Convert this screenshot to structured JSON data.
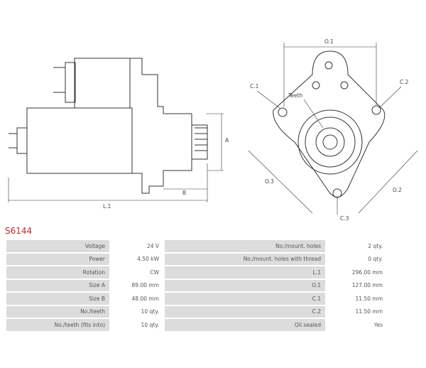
{
  "title": "S6144",
  "drawing_labels": {
    "o1": "O.1",
    "c1": "C.1",
    "c2": "C.2",
    "teeth": "Teeth",
    "o3": "O.3",
    "o2": "O.2",
    "c3": "C.3",
    "a": "A",
    "b": "B",
    "l1": "L.1"
  },
  "specs": [
    {
      "label": "Voltage",
      "value": "24 V",
      "label2": "No./mount. holes",
      "value2": "2 qty."
    },
    {
      "label": "Power",
      "value": "4.50 kW",
      "label2": "No./mount. holes with thread",
      "value2": "0 qty."
    },
    {
      "label": "Rotation",
      "value": "CW",
      "label2": "L.1",
      "value2": "296.00 mm"
    },
    {
      "label": "Size A",
      "value": "89.00 mm",
      "label2": "O.1",
      "value2": "127.00 mm"
    },
    {
      "label": "Size B",
      "value": "48.00 mm",
      "label2": "C.1",
      "value2": "11.50 mm"
    },
    {
      "label": "No./teeth",
      "value": "10 qty.",
      "label2": "C.2",
      "value2": "11.50 mm"
    },
    {
      "label": "No./teeth (fits into)",
      "value": "10 qty.",
      "label2": "Oil sealed",
      "value2": "Yes"
    }
  ]
}
